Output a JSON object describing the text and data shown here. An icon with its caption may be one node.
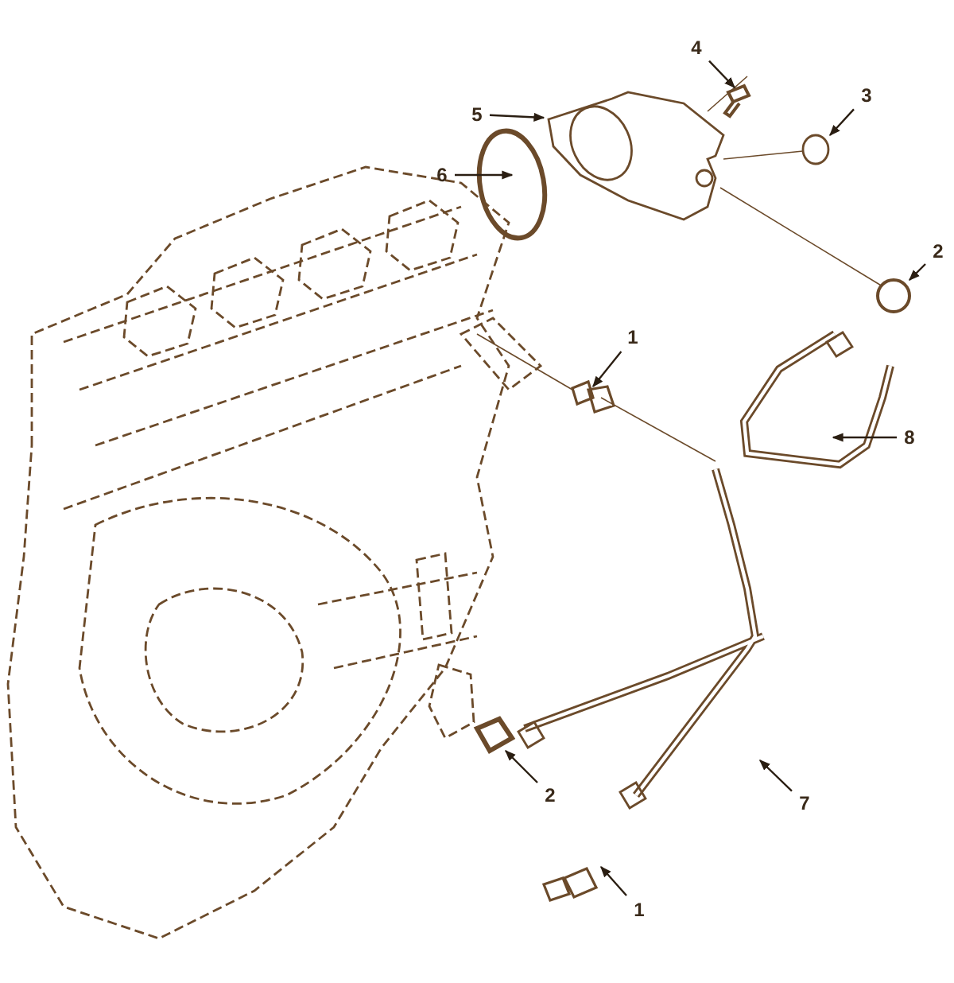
{
  "diagram": {
    "nodes": [
      {
        "text": [
          "4"
        ]
      },
      {
        "text": [
          "3"
        ]
      },
      {
        "text": [
          "5"
        ]
      },
      {
        "text": [
          "6"
        ]
      },
      {
        "text": [
          "2"
        ]
      },
      {
        "text": [
          "1"
        ]
      },
      {
        "text": [
          "8"
        ]
      },
      {
        "text": [
          "2"
        ]
      },
      {
        "text": [
          "7"
        ]
      },
      {
        "text": [
          "1"
        ]
      }
    ],
    "edges": [
      {
        "from": 0,
        "to": null,
        "arrow": "to"
      },
      {
        "from": 1,
        "to": null,
        "arrow": "to"
      },
      {
        "from": 2,
        "to": null,
        "arrow": "to"
      },
      {
        "from": 3,
        "to": null,
        "arrow": "to"
      },
      {
        "from": 4,
        "to": null,
        "arrow": "to"
      },
      {
        "from": 5,
        "to": null,
        "arrow": "to"
      },
      {
        "from": 6,
        "to": null,
        "arrow": "to"
      },
      {
        "from": 7,
        "to": null,
        "arrow": "to"
      },
      {
        "from": 8,
        "to": null,
        "arrow": "to"
      },
      {
        "from": 9,
        "to": null,
        "arrow": "to"
      }
    ]
  }
}
